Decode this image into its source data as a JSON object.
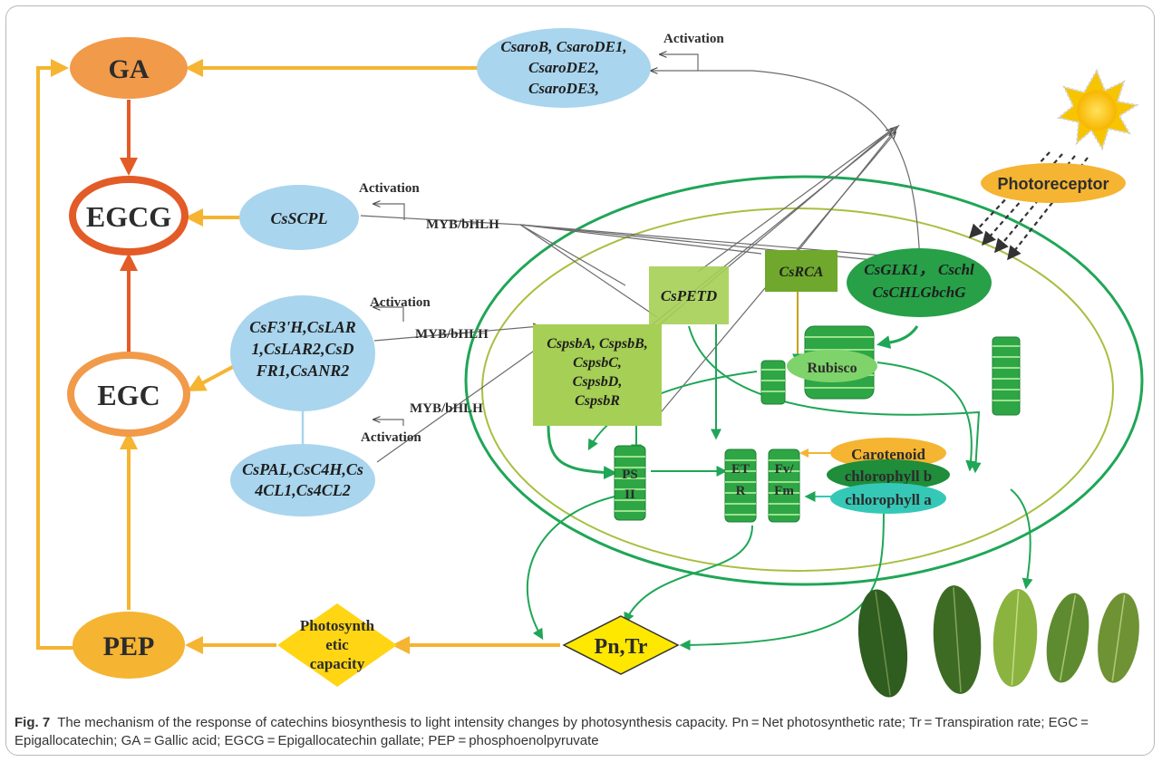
{
  "nodes": {
    "ga": "GA",
    "egcg": "EGCG",
    "egc": "EGC",
    "pep": "PEP",
    "photosynthetic_capacity": [
      "Photosynth",
      "etic",
      "capacity"
    ],
    "pn_tr": "Pn,Tr",
    "photoreceptor": "Photoreceptor",
    "rubisco": "Rubisco",
    "ps2": [
      "PS",
      "II"
    ],
    "etr": [
      "ET",
      "R"
    ],
    "fvfm": [
      "Fv/",
      "Fm"
    ],
    "carotenoid": "Carotenoid",
    "chlorophyll_b": "chlorophyll b",
    "chlorophyll_a": "chlorophyll a"
  },
  "genes": {
    "csaro": [
      "CsaroB, CsaroDE1,",
      "CsaroDE2,",
      "CsaroDE3,"
    ],
    "csscpl": "CsSCPL",
    "csf3h": [
      "CsF3'H,CsLAR",
      "1,CsLAR2,CsD",
      "FR1,CsANR2"
    ],
    "cspal": [
      "CsPAL,CsC4H,Cs",
      "4CL1,Cs4CL2"
    ],
    "cspetd": "CsPETD",
    "csrca": "CsRCA",
    "csglk": [
      "CsGLK1， Cschl",
      "CsCHLGbchG"
    ],
    "cspsb": [
      "CspsbA, CspsbB,",
      "CspsbC,",
      "CspsbD,",
      "CspsbR"
    ]
  },
  "annotations": {
    "activation": "Activation",
    "myb_bhlh": "MYB/bHLH"
  },
  "caption": {
    "fig_label": "Fig. 7",
    "text": "The mechanism of the response of catechins biosynthesis to light intensity changes by photosynthesis capacity. Pn = Net photosynthetic rate; Tr = Transpiration rate; EGC = Epigallocatechin; GA = Gallic acid; EGCG = Epigallocatechin gallate; PEP = phosphoenolpyruvate"
  },
  "colors": {
    "orange_arrow": "#f5b431",
    "red_arrow": "#e35b27",
    "metabolite_fill": "#f19a4a",
    "gene_blue": "#a9d5ee",
    "chloroplast_green": "#1fa656",
    "light_green": "#a6cf55",
    "mid_green": "#7eb433",
    "dark_green": "#2b9a3f",
    "yellow": "#ffe800",
    "teal": "#35c8b6"
  }
}
